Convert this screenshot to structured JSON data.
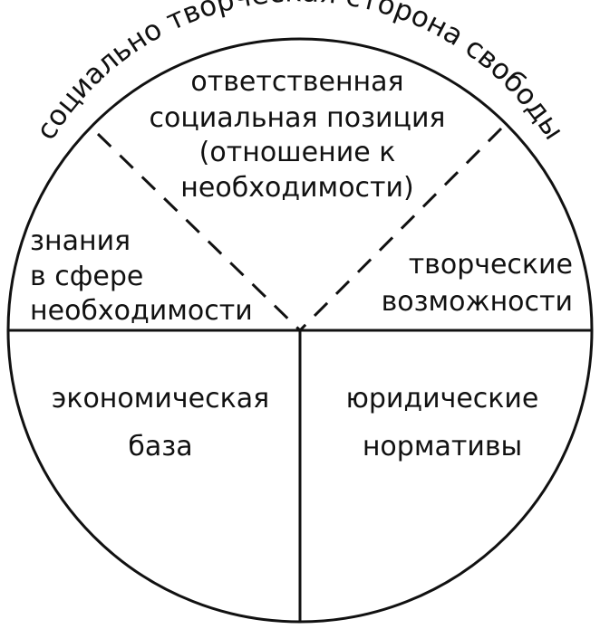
{
  "diagram": {
    "arc_title": "социально творческая сторона свободы",
    "segments": {
      "top": {
        "lines": [
          "ответственная",
          "социальная позиция",
          "(отношение к",
          "необходимости)"
        ]
      },
      "upper_left": {
        "lines": [
          "знания",
          "в сфере",
          "необходимости"
        ]
      },
      "upper_right": {
        "lines": [
          "творческие",
          "возможности"
        ]
      },
      "lower_left": {
        "lines": [
          "экономическая",
          "база"
        ]
      },
      "lower_right": {
        "lines": [
          "юридические",
          "нормативы"
        ]
      }
    }
  },
  "colors": {
    "ink": "#111111",
    "background": "#ffffff"
  }
}
